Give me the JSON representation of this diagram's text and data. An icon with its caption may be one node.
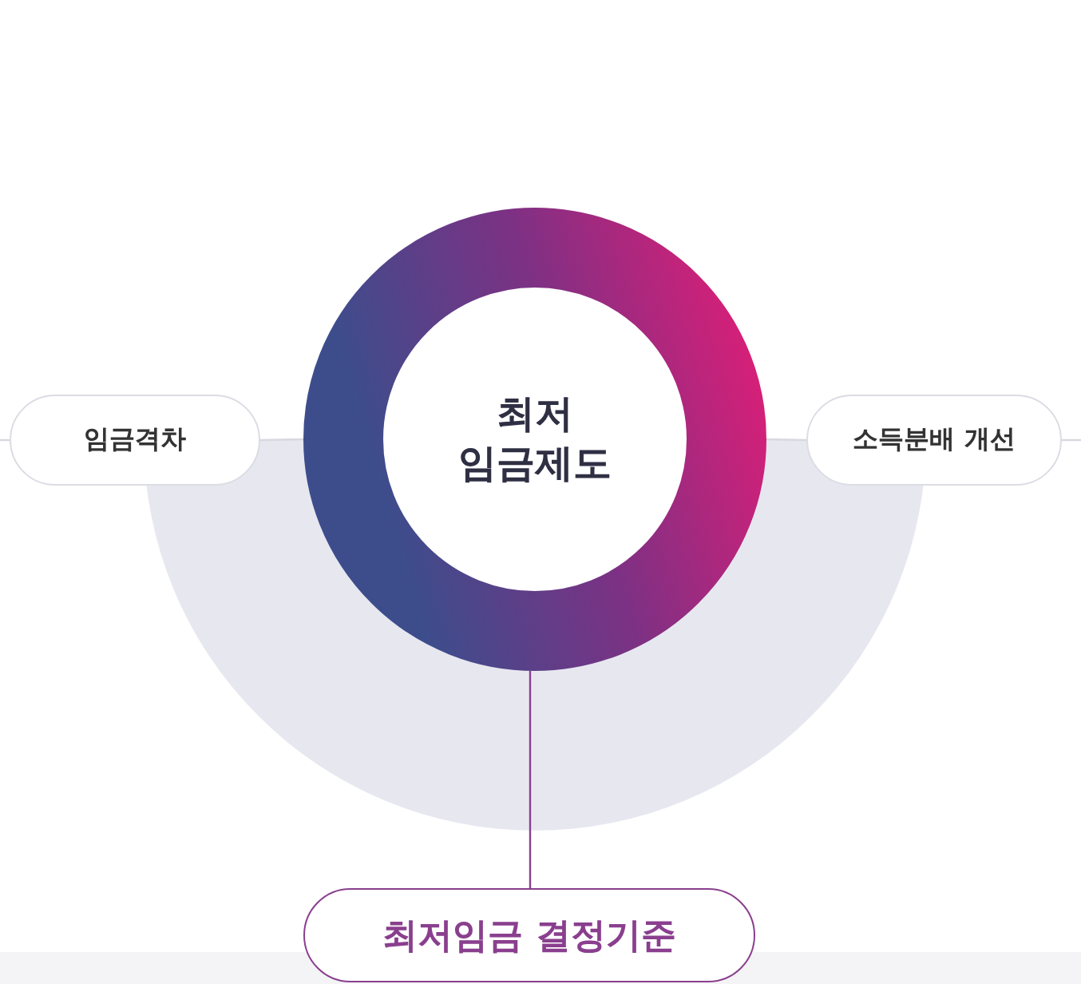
{
  "diagram": {
    "nodes": [
      {
        "text": [
          "최저 임금제도"
        ]
      },
      {
        "text": [
          "임금격차"
        ]
      },
      {
        "text": [
          "소득분배 개선"
        ]
      },
      {
        "text": [
          "최저임금 결정기준"
        ]
      }
    ],
    "edges": [
      {
        "from": 1,
        "to": 0,
        "arrow": "none"
      },
      {
        "from": 0,
        "to": 2,
        "arrow": "none"
      },
      {
        "from": 0,
        "to": 3,
        "arrow": "none",
        "color": "#8a3f8e"
      },
      {
        "from": null,
        "to": 1,
        "arrow": "none"
      },
      {
        "from": 2,
        "to": null,
        "arrow": "none"
      }
    ]
  }
}
